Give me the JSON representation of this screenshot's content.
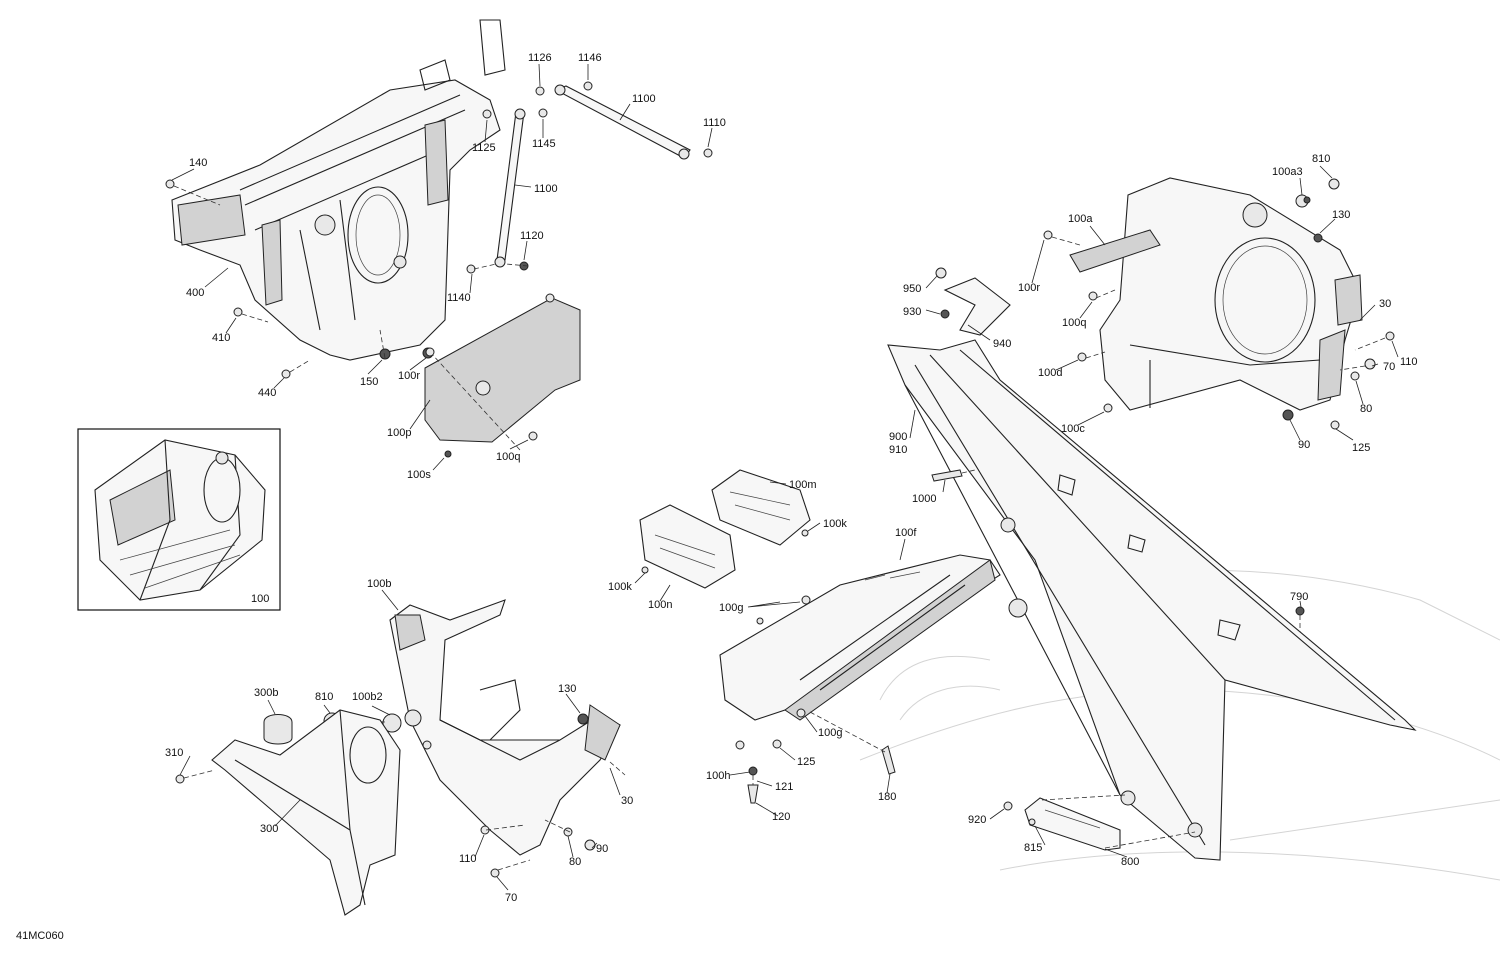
{
  "diagram": {
    "figure_id": "41MC060",
    "inset_label": "100",
    "callouts": [
      {
        "id": "c1126",
        "text": "1126"
      },
      {
        "id": "c1146",
        "text": "1146"
      },
      {
        "id": "c1100a",
        "text": "1100"
      },
      {
        "id": "c1110",
        "text": "1110"
      },
      {
        "id": "c1125",
        "text": "1125"
      },
      {
        "id": "c1145",
        "text": "1145"
      },
      {
        "id": "c1100b",
        "text": "1100"
      },
      {
        "id": "c1120",
        "text": "1120"
      },
      {
        "id": "c1140",
        "text": "1140"
      },
      {
        "id": "c140",
        "text": "140"
      },
      {
        "id": "c400",
        "text": "400"
      },
      {
        "id": "c410",
        "text": "410"
      },
      {
        "id": "c440",
        "text": "440"
      },
      {
        "id": "c150",
        "text": "150"
      },
      {
        "id": "c100r_a",
        "text": "100r"
      },
      {
        "id": "c100p",
        "text": "100p"
      },
      {
        "id": "c100s",
        "text": "100s"
      },
      {
        "id": "c100q_a",
        "text": "100q"
      },
      {
        "id": "c810_a",
        "text": "810"
      },
      {
        "id": "c100a3",
        "text": "100a3"
      },
      {
        "id": "c130_a",
        "text": "130"
      },
      {
        "id": "c100a",
        "text": "100a"
      },
      {
        "id": "c100r_b",
        "text": "100r"
      },
      {
        "id": "c100q_b",
        "text": "100q"
      },
      {
        "id": "c30_a",
        "text": "30"
      },
      {
        "id": "c110_a",
        "text": "110"
      },
      {
        "id": "c70_a",
        "text": "70"
      },
      {
        "id": "c80_a",
        "text": "80"
      },
      {
        "id": "c100d",
        "text": "100d"
      },
      {
        "id": "c100c",
        "text": "100c"
      },
      {
        "id": "c90_a",
        "text": "90"
      },
      {
        "id": "c125_a",
        "text": "125"
      },
      {
        "id": "c950",
        "text": "950"
      },
      {
        "id": "c930",
        "text": "930"
      },
      {
        "id": "c940",
        "text": "940"
      },
      {
        "id": "c900",
        "text": "900"
      },
      {
        "id": "c910",
        "text": "910"
      },
      {
        "id": "c1000",
        "text": "1000"
      },
      {
        "id": "c100m",
        "text": "100m"
      },
      {
        "id": "c100k_a",
        "text": "100k"
      },
      {
        "id": "c100k_b",
        "text": "100k"
      },
      {
        "id": "c100n",
        "text": "100n"
      },
      {
        "id": "c100f",
        "text": "100f"
      },
      {
        "id": "c790",
        "text": "790"
      },
      {
        "id": "c100g_a",
        "text": "100g"
      },
      {
        "id": "c100g_b",
        "text": "100g"
      },
      {
        "id": "c125_b",
        "text": "125"
      },
      {
        "id": "c100h",
        "text": "100h"
      },
      {
        "id": "c121",
        "text": "121"
      },
      {
        "id": "c120",
        "text": "120"
      },
      {
        "id": "c180",
        "text": "180"
      },
      {
        "id": "c920",
        "text": "920"
      },
      {
        "id": "c815",
        "text": "815"
      },
      {
        "id": "c800",
        "text": "800"
      },
      {
        "id": "c100b",
        "text": "100b"
      },
      {
        "id": "c300b",
        "text": "300b"
      },
      {
        "id": "c810_b",
        "text": "810"
      },
      {
        "id": "c100b2",
        "text": "100b2"
      },
      {
        "id": "c130_b",
        "text": "130"
      },
      {
        "id": "c310",
        "text": "310"
      },
      {
        "id": "c300",
        "text": "300"
      },
      {
        "id": "c30_b",
        "text": "30"
      },
      {
        "id": "c110_b",
        "text": "110"
      },
      {
        "id": "c80_b",
        "text": "80"
      },
      {
        "id": "c90_b",
        "text": "90"
      },
      {
        "id": "c70_b",
        "text": "70"
      }
    ]
  }
}
